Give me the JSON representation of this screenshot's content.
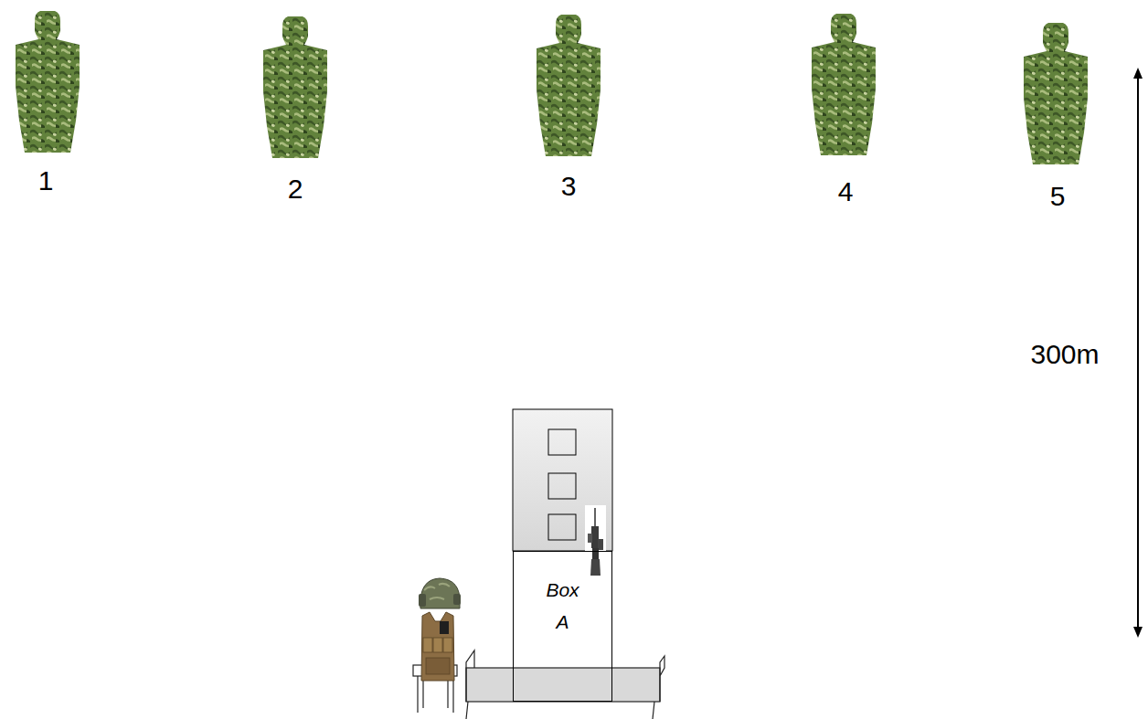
{
  "diagram": {
    "nodes": [
      {
        "text": [
          "Box A"
        ]
      }
    ],
    "labels": [
      "1",
      "2",
      "3",
      "4",
      "5",
      "300m"
    ]
  }
}
